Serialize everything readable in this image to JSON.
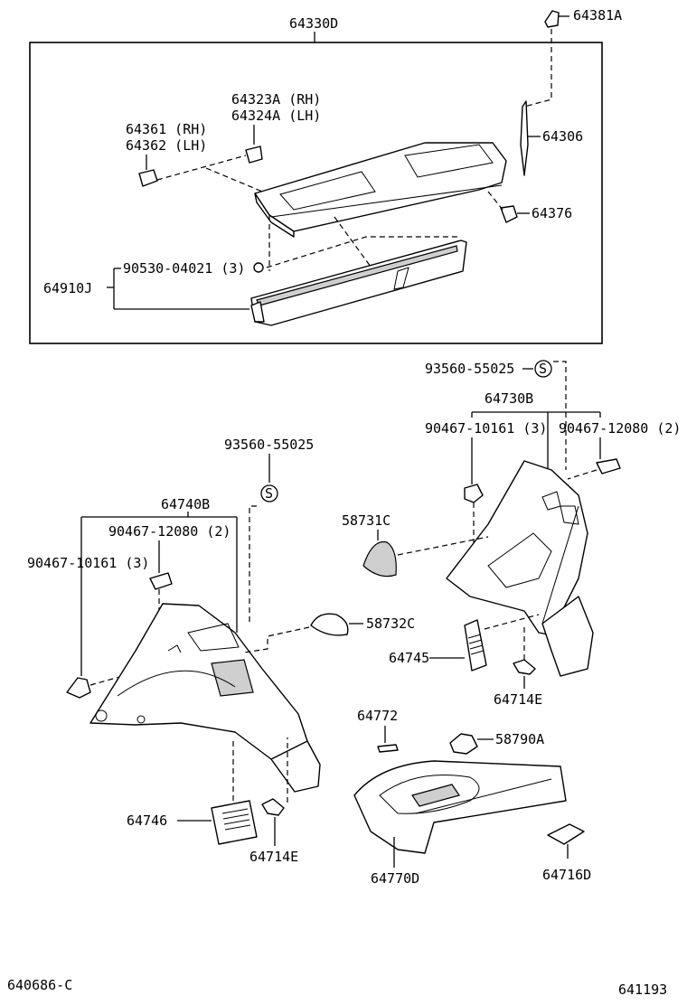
{
  "labels": {
    "shelf_assy": "64330D",
    "clip_top": "64381A",
    "bracket_rh_lh_1": "64323A (RH)",
    "bracket_rh_lh_2": "64324A (LH)",
    "holder_1": "64361 (RH)",
    "holder_2": "64362 (LH)",
    "rod": "64306",
    "fastener": "64376",
    "screw_qty": "90530-04021 (3)",
    "panel_shelf": "64910J",
    "screw_s_right": "93560-55025",
    "trim_right_assy": "64730B",
    "clip_right_qty": "90467-10161 (3)",
    "clip_right_2": "90467-12080 (2)",
    "screw_s_left": "93560-55025",
    "cap_right": "58731C",
    "trim_left_assy": "64740B",
    "clip_left_2": "90467-12080 (2)",
    "clip_left_qty": "90467-10161 (3)",
    "cap_left": "58732C",
    "grille_right": "64745",
    "clip_right_e": "64714E",
    "pad": "64772",
    "hook": "58790A",
    "grille_left": "64746",
    "clip_left_e": "64714E",
    "floor_panel": "64770D",
    "cover": "64716D",
    "footer_left": "640686-C",
    "footer_right": "641193"
  },
  "symbols": {
    "s_right": "S",
    "s_left": "S"
  },
  "icons": [
    "screw-s-symbol-icon",
    "clip-icon",
    "grille-icon"
  ]
}
